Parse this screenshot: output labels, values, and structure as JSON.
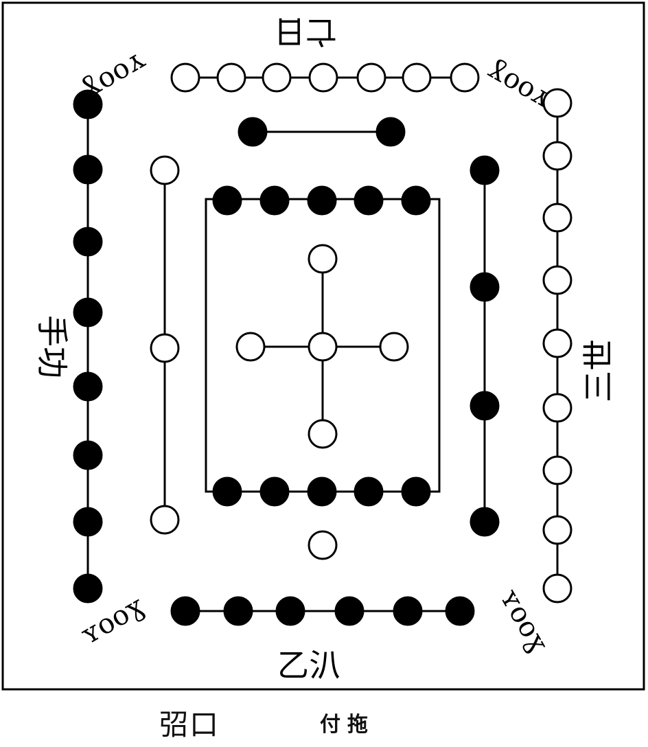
{
  "diagram": {
    "labels": {
      "top": "亡日",
      "left": "手功",
      "right": "三世",
      "bottom": "乙汃",
      "corner_top_left": "ʏooɣ",
      "corner_top_right": "ʏooɣ",
      "corner_bottom_left": "ʏooɣ",
      "corner_bottom_right": "ʏooɣ"
    },
    "groups": [
      {
        "name": "top-row",
        "dot_color": "white",
        "count": 7
      },
      {
        "name": "upper-bar",
        "dot_color": "black",
        "count": 2
      },
      {
        "name": "left-column",
        "dot_color": "black",
        "count": 8
      },
      {
        "name": "inner-left-column",
        "dot_color": "white",
        "count": 3
      },
      {
        "name": "inner-right-column",
        "dot_color": "black",
        "count": 4
      },
      {
        "name": "right-column",
        "dot_color": "white",
        "count": 9
      },
      {
        "name": "box-top-row",
        "dot_color": "black",
        "count": 5
      },
      {
        "name": "box-bottom-row",
        "dot_color": "black",
        "count": 5
      },
      {
        "name": "center-cross",
        "dot_color": "white",
        "count": 5
      },
      {
        "name": "lone-dot",
        "dot_color": "white",
        "count": 1
      },
      {
        "name": "bottom-row",
        "dot_color": "black",
        "count": 6
      }
    ]
  },
  "caption": {
    "left": "弨口",
    "right": "付拖"
  }
}
